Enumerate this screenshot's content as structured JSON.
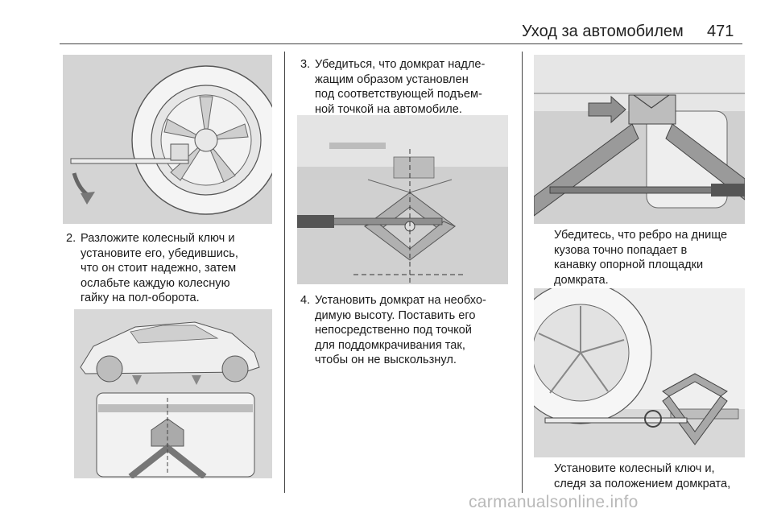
{
  "header": {
    "title": "Уход за автомобилем",
    "page_number": "471"
  },
  "column_left": {
    "step2": {
      "number": "2.",
      "lines": [
        "Разложите колесный ключ и",
        "установите его, убедившись,",
        "что он стоит надежно, затем",
        "ослабьте каждую колесную",
        "гайку на пол-оборота."
      ]
    }
  },
  "column_middle": {
    "step3": {
      "number": "3.",
      "lines": [
        "Убедиться, что домкрат надле-",
        "жащим образом установлен",
        "под соответствующей подъем-",
        "ной точкой на автомобиле."
      ]
    },
    "step4": {
      "number": "4.",
      "lines": [
        "Установить домкрат на необхо-",
        "димую высоту. Поставить его",
        "непосредственно под точкой",
        "для поддомкрачивания так,",
        "чтобы он не выскользнул."
      ]
    }
  },
  "column_right": {
    "para1": {
      "lines": [
        "Убедитесь, что ребро на днище",
        "кузова точно попадает в",
        "канавку опорной площадки",
        "домкрата."
      ]
    },
    "para2": {
      "lines": [
        "Установите колесный ключ и,",
        "следя за положением домкрата,"
      ]
    }
  },
  "footer": {
    "watermark": "carmanualsonline.info"
  }
}
